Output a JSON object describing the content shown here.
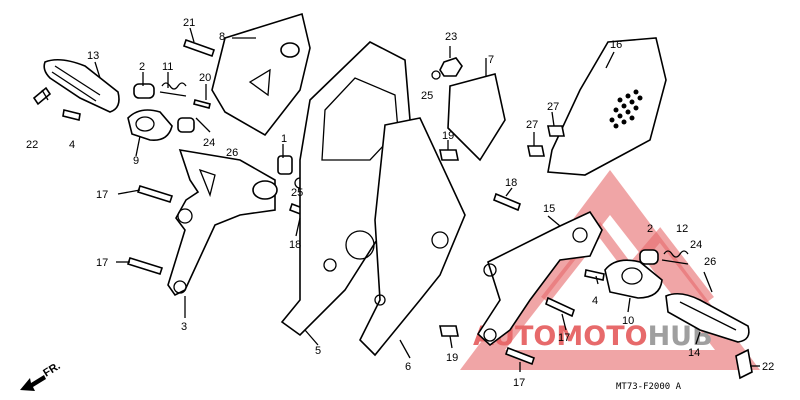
{
  "labels": [
    "1",
    "2",
    "3",
    "4",
    "5",
    "6",
    "7",
    "8",
    "9",
    "10",
    "11",
    "12",
    "13",
    "14",
    "15",
    "16",
    "17",
    "18",
    "19",
    "20",
    "21",
    "22",
    "23",
    "24",
    "25",
    "26",
    "27"
  ],
  "diagram_code": "MT73-F2000 A",
  "direction_label": "FR.",
  "watermark": {
    "auto": "AUTO",
    "moto": "MOTO",
    "hub": "HUB",
    "red": "#e0393a",
    "grey": "#7f7f7f"
  }
}
